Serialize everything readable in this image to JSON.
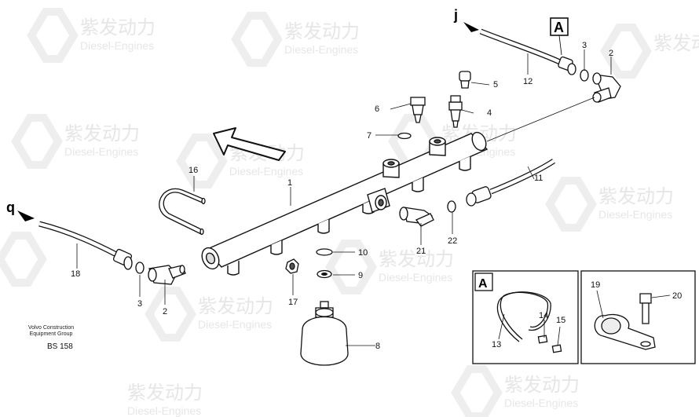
{
  "watermark": {
    "chinese": "紫发动力",
    "english": "Diesel-Engines"
  },
  "callouts": {
    "c1": "1",
    "c2a": "2",
    "c2b": "2",
    "c3a": "3",
    "c3b": "3",
    "c4": "4",
    "c5": "5",
    "c6": "6",
    "c7": "7",
    "c8": "8",
    "c9": "9",
    "c10": "10",
    "c11": "11",
    "c12": "12",
    "c13": "13",
    "c14": "14",
    "c15": "15",
    "c16": "16",
    "c17": "17",
    "c18": "18",
    "c19": "19",
    "c20": "20",
    "c21": "21",
    "c22": "22"
  },
  "letters": {
    "j": "j",
    "q": "q",
    "detail_a_top": "A",
    "detail_a_box": "A"
  },
  "footer": {
    "company_line1": "Volvo Construction",
    "company_line2": "Equipment Group",
    "code": "BS 158"
  }
}
